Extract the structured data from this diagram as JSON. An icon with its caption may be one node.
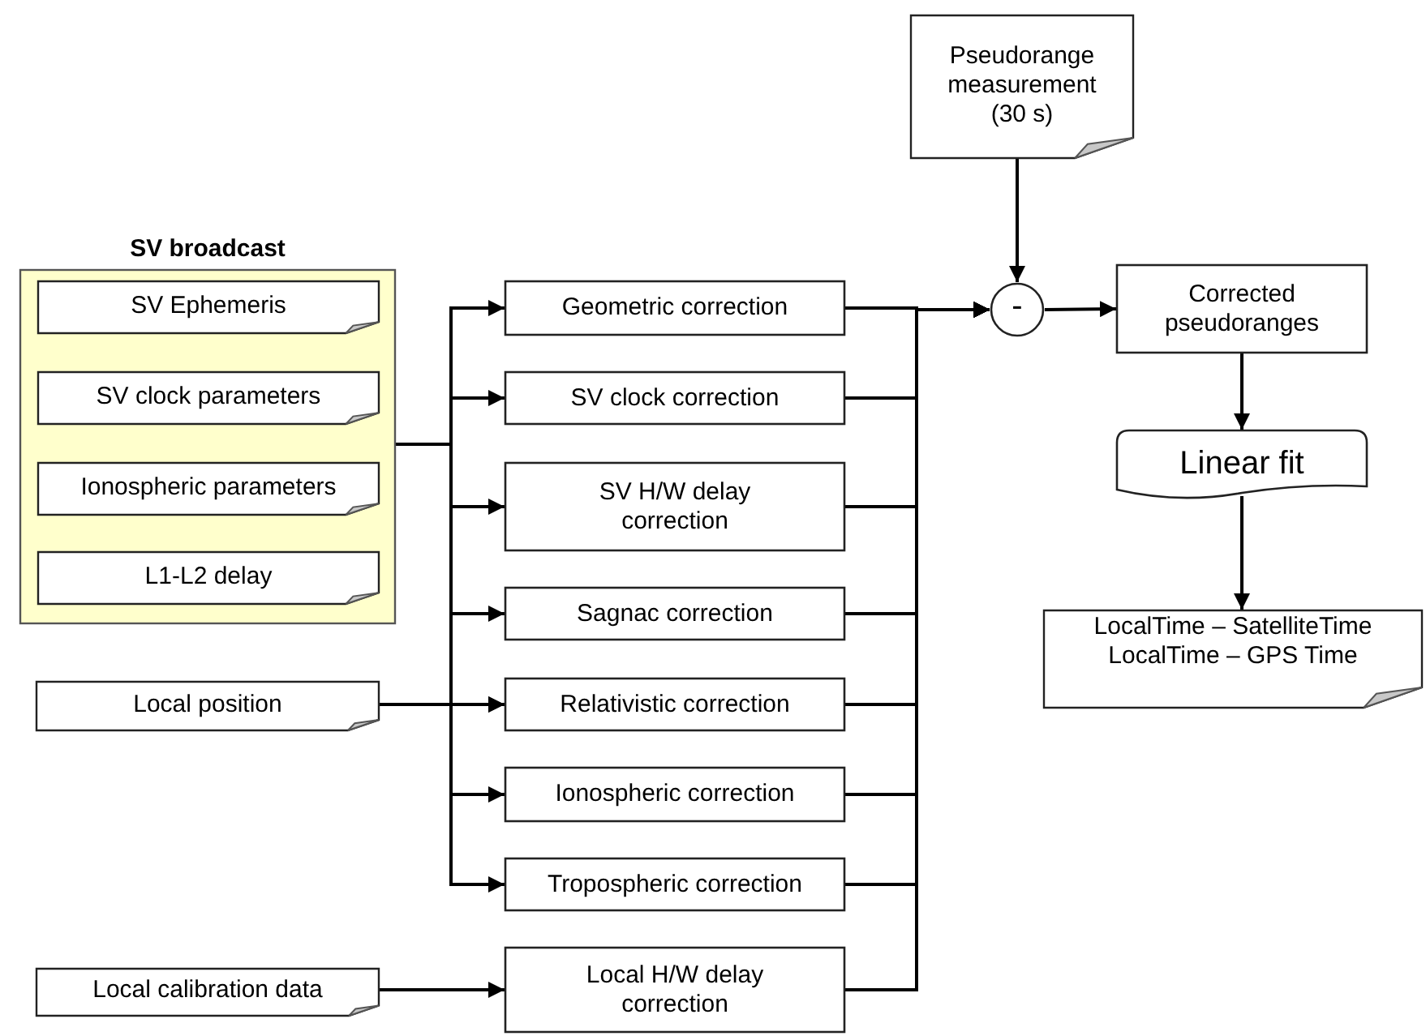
{
  "diagram": {
    "nodes": [
      {
        "text": [
          "SV broadcast"
        ]
      },
      {
        "text": [
          "SV Ephemeris"
        ],
        "in": 0
      },
      {
        "text": [
          "SV clock parameters"
        ],
        "in": 0
      },
      {
        "text": [
          "Ionospheric parameters"
        ],
        "in": 0
      },
      {
        "text": [
          "L1-L2 delay"
        ],
        "in": 0
      },
      {
        "text": [
          "Local position"
        ]
      },
      {
        "text": [
          "Local calibration data"
        ]
      },
      {
        "text": [
          "Geometric correction"
        ]
      },
      {
        "text": [
          "SV clock correction"
        ]
      },
      {
        "text": [
          "SV H/W delay correction"
        ]
      },
      {
        "text": [
          "Sagnac correction"
        ]
      },
      {
        "text": [
          "Relativistic correction"
        ]
      },
      {
        "text": [
          "Ionospheric correction"
        ]
      },
      {
        "text": [
          "Tropospheric correction"
        ]
      },
      {
        "text": [
          "Local H/W delay correction"
        ]
      },
      {
        "text": [
          "Pseudorange measurement (30 s)"
        ]
      },
      {
        "text": [
          "-"
        ]
      },
      {
        "text": [
          "Corrected pseudoranges"
        ]
      },
      {
        "text": [
          "Linear fit"
        ]
      },
      {
        "text": [
          "LocalTime – SatelliteTime",
          "LocalTime – GPS Time"
        ]
      }
    ],
    "edges": [
      {
        "from": 0,
        "to": 7,
        "arrow": "to"
      },
      {
        "from": 0,
        "to": 8,
        "arrow": "to"
      },
      {
        "from": 0,
        "to": 9,
        "arrow": "to"
      },
      {
        "from": 0,
        "to": 10,
        "arrow": "to"
      },
      {
        "from": 0,
        "to": 11,
        "arrow": "to"
      },
      {
        "from": 0,
        "to": 12,
        "arrow": "to"
      },
      {
        "from": 0,
        "to": 13,
        "arrow": "to"
      },
      {
        "from": 5,
        "to": 11,
        "arrow": "to"
      },
      {
        "from": 6,
        "to": 14,
        "arrow": "to"
      },
      {
        "from": 7,
        "to": 16,
        "arrow": "to"
      },
      {
        "from": 8,
        "to": 16,
        "arrow": "to"
      },
      {
        "from": 9,
        "to": 16,
        "arrow": "to"
      },
      {
        "from": 10,
        "to": 16,
        "arrow": "to"
      },
      {
        "from": 11,
        "to": 16,
        "arrow": "to"
      },
      {
        "from": 12,
        "to": 16,
        "arrow": "to"
      },
      {
        "from": 13,
        "to": 16,
        "arrow": "to"
      },
      {
        "from": 14,
        "to": 16,
        "arrow": "to"
      },
      {
        "from": 15,
        "to": 16,
        "arrow": "to"
      },
      {
        "from": 16,
        "to": 17,
        "arrow": "to"
      },
      {
        "from": 17,
        "to": 18,
        "arrow": "to"
      },
      {
        "from": 18,
        "to": 19,
        "arrow": "to"
      }
    ]
  }
}
